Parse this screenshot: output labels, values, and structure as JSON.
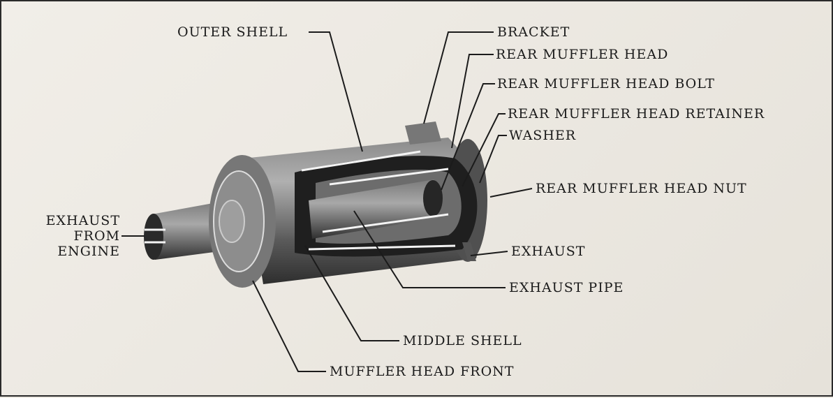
{
  "figure": {
    "labels": {
      "outer_shell": "OUTER SHELL",
      "bracket": "BRACKET",
      "rear_muffler_head": "REAR MUFFLER HEAD",
      "rear_muffler_head_bolt": "REAR MUFFLER HEAD BOLT",
      "rear_muffler_head_retainer": "REAR MUFFLER HEAD RETAINER",
      "washer": "WASHER",
      "rear_muffler_head_nut": "REAR MUFFLER HEAD NUT",
      "exhaust_from_engine": [
        "EXHAUST",
        "FROM",
        "ENGINE"
      ],
      "exhaust": "EXHAUST",
      "exhaust_pipe": "EXHAUST PIPE",
      "middle_shell": "MIDDLE SHELL",
      "muffler_head_front": "MUFFLER HEAD FRONT"
    },
    "colors": {
      "paper": "#ece9e2",
      "ink": "#1b1b1b",
      "metal": "#6a6a6a"
    }
  }
}
